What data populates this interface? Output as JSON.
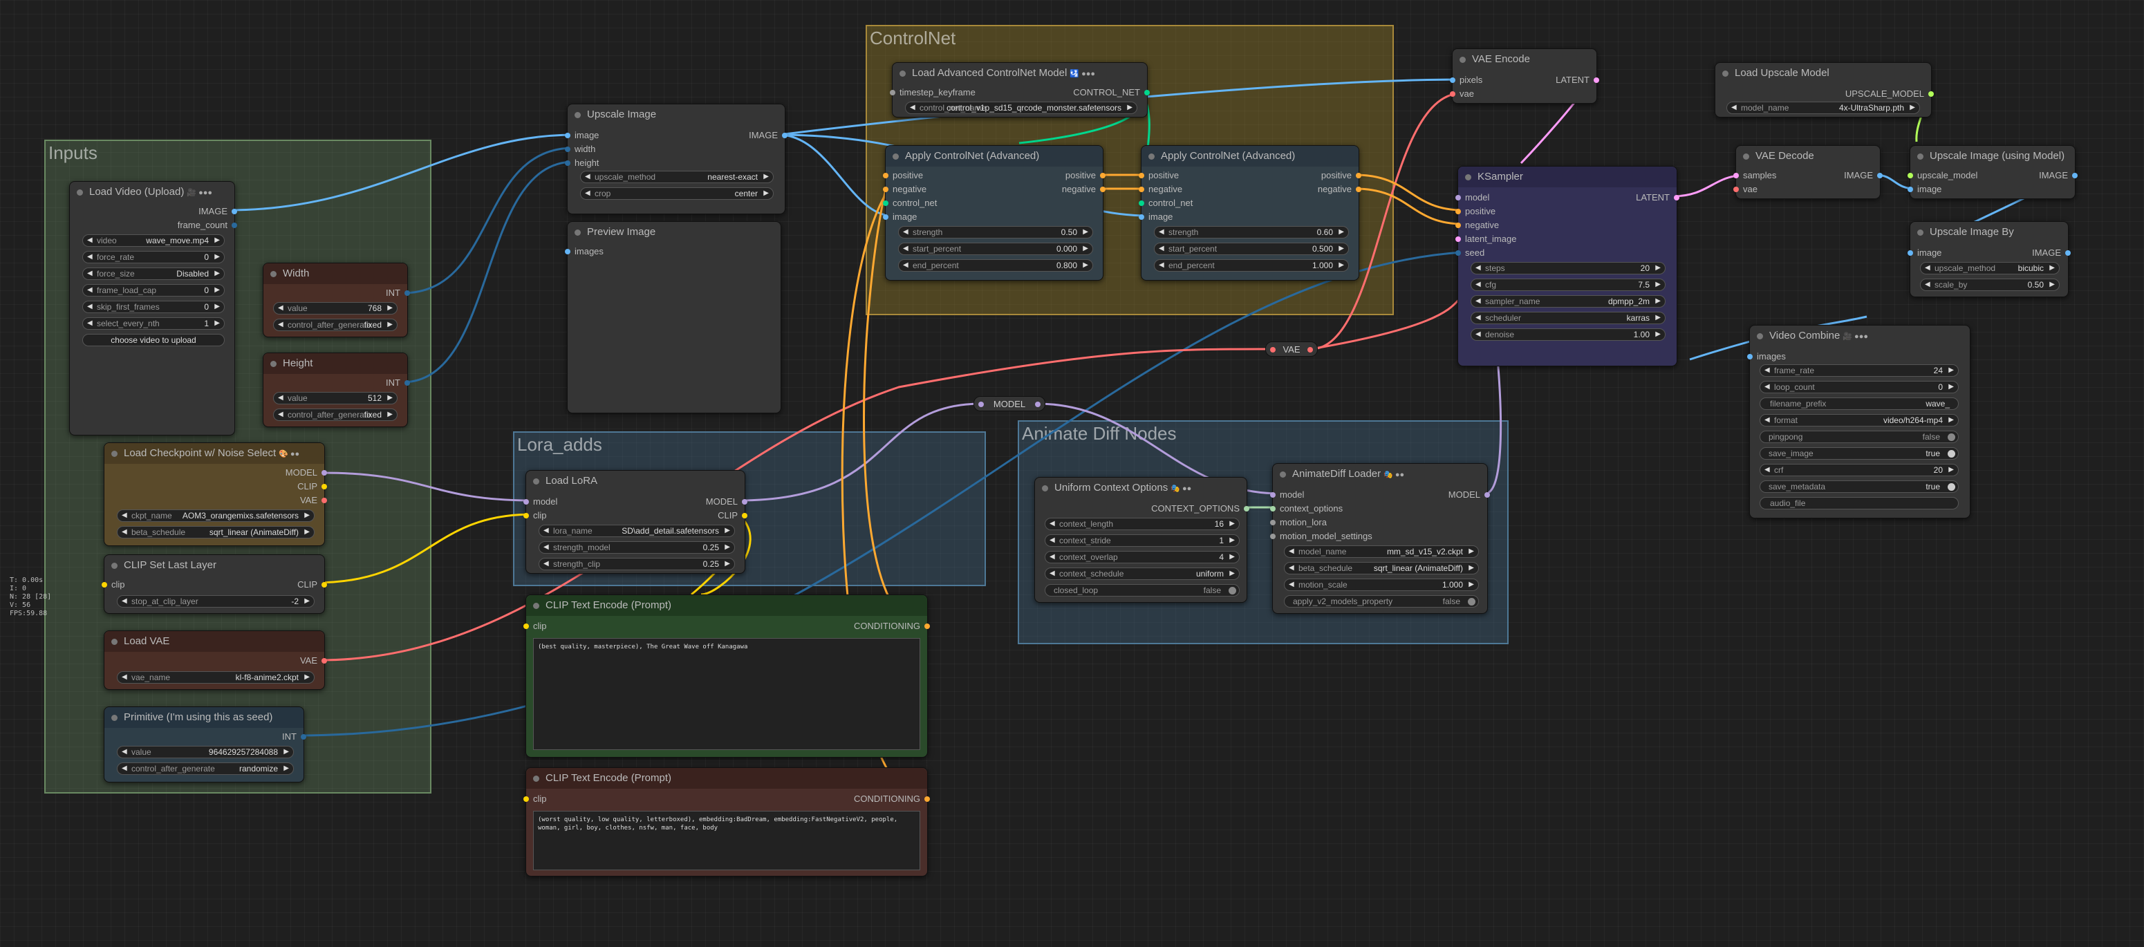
{
  "colors": {
    "image": "#64b5f6",
    "int": "#29699c",
    "model": "#b39ddb",
    "clip": "#ffd500",
    "vae": "#ff6e6e",
    "latent": "#ff9cf9",
    "conditioning": "#ffa931",
    "control_net": "#00d78d",
    "upscale_model": "#b2ff59",
    "context": "#a5d6a7"
  },
  "stats": [
    "T: 0.00s",
    "I: 0",
    "N: 28 [28]",
    "V: 56",
    "FPS:59.88"
  ],
  "groups": {
    "inputs": "Inputs",
    "controlnet": "ControlNet",
    "lora_adds": "Lora_adds",
    "animatediff": "Animate Diff Nodes"
  },
  "load_video": {
    "title": "Load Video (Upload)",
    "badge": "🎥 ●●●",
    "outputs": [
      "IMAGE",
      "frame_count"
    ],
    "widgets": [
      {
        "label": "video",
        "value": "wave_move.mp4"
      },
      {
        "label": "force_rate",
        "value": "0"
      },
      {
        "label": "force_size",
        "value": "Disabled"
      },
      {
        "label": "frame_load_cap",
        "value": "0"
      },
      {
        "label": "skip_first_frames",
        "value": "0"
      },
      {
        "label": "select_every_nth",
        "value": "1"
      }
    ],
    "button": "choose video to upload"
  },
  "width": {
    "title": "Width",
    "output": "INT",
    "w1": {
      "label": "value",
      "value": "768"
    },
    "w2": {
      "label": "control_after_generate",
      "value": "fixed"
    }
  },
  "height": {
    "title": "Height",
    "output": "INT",
    "w1": {
      "label": "value",
      "value": "512"
    },
    "w2": {
      "label": "control_after_generate",
      "value": "fixed"
    }
  },
  "checkpoint": {
    "title": "Load Checkpoint w/ Noise Select",
    "badge": "🎨 ●●",
    "outputs": [
      "MODEL",
      "CLIP",
      "VAE"
    ],
    "w1": {
      "label": "ckpt_name",
      "value": "AOM3_orangemixs.safetensors"
    },
    "w2": {
      "label": "beta_schedule",
      "value": "sqrt_linear (AnimateDiff)"
    }
  },
  "clip_last": {
    "title": "CLIP Set Last Layer",
    "input": "clip",
    "output": "CLIP",
    "w1": {
      "label": "stop_at_clip_layer",
      "value": "-2"
    }
  },
  "load_vae": {
    "title": "Load VAE",
    "output": "VAE",
    "w1": {
      "label": "vae_name",
      "value": "kl-f8-anime2.ckpt"
    }
  },
  "primitive": {
    "title": "Primitive (I'm using this as seed)",
    "output": "INT",
    "w1": {
      "label": "value",
      "value": "964629257284088"
    },
    "w2": {
      "label": "control_after_generate",
      "value": "randomize"
    }
  },
  "upscale_image": {
    "title": "Upscale Image",
    "inputs": [
      "image",
      "width",
      "height"
    ],
    "output": "IMAGE",
    "w1": {
      "label": "upscale_method",
      "value": "nearest-exact"
    },
    "w2": {
      "label": "crop",
      "value": "center"
    }
  },
  "preview": {
    "title": "Preview Image",
    "input": "images"
  },
  "lora": {
    "title": "Load LoRA",
    "inputs": [
      "model",
      "clip"
    ],
    "outputs": [
      "MODEL",
      "CLIP"
    ],
    "w1": {
      "label": "lora_name",
      "value": "SD\\add_detail.safetensors"
    },
    "w2": {
      "label": "strength_model",
      "value": "0.25"
    },
    "w3": {
      "label": "strength_clip",
      "value": "0.25"
    }
  },
  "clip_pos": {
    "title": "CLIP Text Encode (Prompt)",
    "input": "clip",
    "output": "CONDITIONING",
    "text": "(best quality, masterpiece), The Great Wave off Kanagawa"
  },
  "clip_neg": {
    "title": "CLIP Text Encode (Prompt)",
    "input": "clip",
    "output": "CONDITIONING",
    "text": "(worst quality, low quality, letterboxed), embedding:BadDream, embedding:FastNegativeV2, people, woman, girl, boy, clothes, nsfw, man, face, body"
  },
  "cn_loader": {
    "title": "Load Advanced ControlNet Model",
    "badge": "🛂 ●●●",
    "input": "timestep_keyframe",
    "output": "CONTROL_NET",
    "w1": {
      "label": "control_net_name",
      "value": "control_v1p_sd15_qrcode_monster.safetensors"
    }
  },
  "apply_cn1": {
    "title": "Apply ControlNet (Advanced)",
    "inputs": [
      "positive",
      "negative",
      "control_net",
      "image"
    ],
    "outputs": [
      "positive",
      "negative"
    ],
    "w1": {
      "label": "strength",
      "value": "0.50"
    },
    "w2": {
      "label": "start_percent",
      "value": "0.000"
    },
    "w3": {
      "label": "end_percent",
      "value": "0.800"
    }
  },
  "apply_cn2": {
    "title": "Apply ControlNet (Advanced)",
    "inputs": [
      "positive",
      "negative",
      "control_net",
      "image"
    ],
    "outputs": [
      "positive",
      "negative"
    ],
    "w1": {
      "label": "strength",
      "value": "0.60"
    },
    "w2": {
      "label": "start_percent",
      "value": "0.500"
    },
    "w3": {
      "label": "end_percent",
      "value": "1.000"
    }
  },
  "reroute_model": "MODEL",
  "reroute_vae": "VAE",
  "vae_encode": {
    "title": "VAE Encode",
    "inputs": [
      "pixels",
      "vae"
    ],
    "output": "LATENT"
  },
  "ksampler": {
    "title": "KSampler",
    "inputs": [
      "model",
      "positive",
      "negative",
      "latent_image",
      "seed"
    ],
    "output": "LATENT",
    "widgets": [
      {
        "label": "steps",
        "value": "20"
      },
      {
        "label": "cfg",
        "value": "7.5"
      },
      {
        "label": "sampler_name",
        "value": "dpmpp_2m"
      },
      {
        "label": "scheduler",
        "value": "karras"
      },
      {
        "label": "denoise",
        "value": "1.00"
      }
    ]
  },
  "uniform_ctx": {
    "title": "Uniform Context Options",
    "badge": "🎭 ●●",
    "output": "CONTEXT_OPTIONS",
    "widgets": [
      {
        "label": "context_length",
        "value": "16"
      },
      {
        "label": "context_stride",
        "value": "1"
      },
      {
        "label": "context_overlap",
        "value": "4"
      },
      {
        "label": "context_schedule",
        "value": "uniform"
      }
    ],
    "toggle": {
      "label": "closed_loop",
      "value": "false"
    }
  },
  "animatediff": {
    "title": "AnimateDiff Loader",
    "badge": "🎭 ●●",
    "inputs": [
      "model",
      "context_options",
      "motion_lora",
      "motion_model_settings"
    ],
    "output": "MODEL",
    "widgets": [
      {
        "label": "model_name",
        "value": "mm_sd_v15_v2.ckpt"
      },
      {
        "label": "beta_schedule",
        "value": "sqrt_linear (AnimateDiff)"
      },
      {
        "label": "motion_scale",
        "value": "1.000"
      }
    ],
    "toggle": {
      "label": "apply_v2_models_property",
      "value": "false"
    }
  },
  "upscale_loader": {
    "title": "Load Upscale Model",
    "output": "UPSCALE_MODEL",
    "w1": {
      "label": "model_name",
      "value": "4x-UltraSharp.pth"
    }
  },
  "vae_decode": {
    "title": "VAE Decode",
    "inputs": [
      "samples",
      "vae"
    ],
    "output": "IMAGE"
  },
  "upscale_model": {
    "title": "Upscale Image (using Model)",
    "inputs": [
      "upscale_model",
      "image"
    ],
    "output": "IMAGE"
  },
  "upscale_by": {
    "title": "Upscale Image By",
    "input": "image",
    "output": "IMAGE",
    "w1": {
      "label": "upscale_method",
      "value": "bicubic"
    },
    "w2": {
      "label": "scale_by",
      "value": "0.50"
    }
  },
  "video_combine": {
    "title": "Video Combine",
    "badge": "🎥 ●●●",
    "input": "images",
    "widgets": [
      {
        "label": "frame_rate",
        "value": "24"
      },
      {
        "label": "loop_count",
        "value": "0"
      },
      {
        "label": "filename_prefix",
        "value": "wave_"
      },
      {
        "label": "format",
        "value": "video/h264-mp4"
      }
    ],
    "pingpong": {
      "label": "pingpong",
      "value": "false"
    },
    "save_image": {
      "label": "save_image",
      "value": "true"
    },
    "crf": {
      "label": "crf",
      "value": "20"
    },
    "save_metadata": {
      "label": "save_metadata",
      "value": "true"
    },
    "audio_file": {
      "label": "audio_file"
    }
  }
}
